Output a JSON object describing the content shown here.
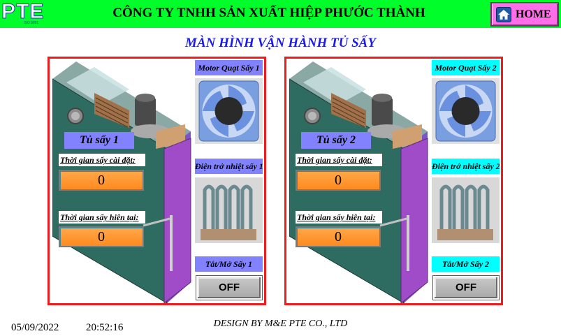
{
  "header": {
    "logo_text": "PTE",
    "logo_sub": "ISO 9001",
    "company": "CÔNG TY TNHH SẢN XUẤT HIỆP PHƯỚC THÀNH",
    "home_label": "HOME",
    "home_icon": "home-icon"
  },
  "screen_title": "MÀN HÌNH VẬN HÀNH TỦ SẤY",
  "dryers": [
    {
      "title": "Tủ sấy 1",
      "set_time_label": "Thời gian sấy cài đặt:",
      "set_time_value": "0",
      "current_time_label": "Thời gian sấy hiện tại:",
      "current_time_value": "0",
      "motor_label": "Motor Quạt Sấy 1",
      "heater_label": "Điện trở nhiệt sấy 1",
      "toggle_label": "Tắt/Mở Sấy 1",
      "button_label": "OFF",
      "accent": "#8282ff"
    },
    {
      "title": "Tủ sấy 2",
      "set_time_label": "Thời gian sấy cài đặt:",
      "set_time_value": "0",
      "current_time_label": "Thời gian sấy hiện tại:",
      "current_time_value": "0",
      "motor_label": "Motor Quạt Sấy 2",
      "heater_label": "Điện trở nhiệt sấy 2",
      "toggle_label": "Tắt/Mở Sấy 2",
      "button_label": "OFF",
      "accent": "#00ffff"
    }
  ],
  "footer": {
    "credit": "DESIGN BY M&E PTE CO., LTD",
    "date": "05/09/2022",
    "time": "20:52:16"
  },
  "colors": {
    "header_bg": "#00ff2a",
    "panel_border": "#ee1c1c",
    "value_box": "#ff8a1e",
    "cabinet_body": "#2e6b60",
    "cabinet_door": "#a04cc8",
    "title_blue": "#1a1aee"
  }
}
